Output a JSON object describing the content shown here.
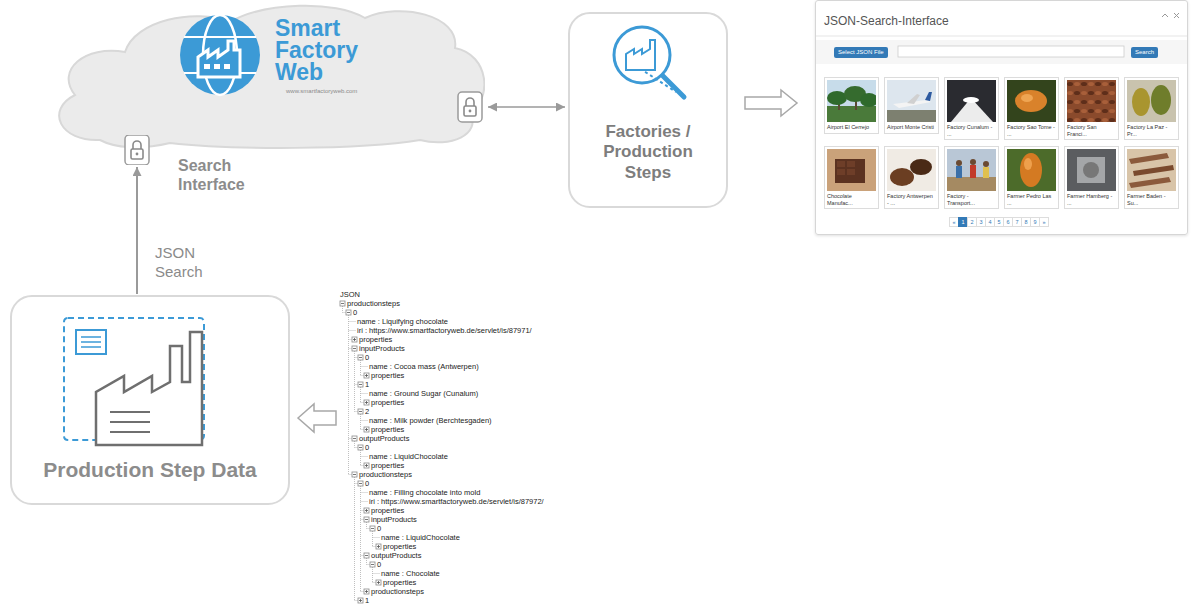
{
  "diagram": {
    "nodes": [
      {
        "text": [
          "Smart Factory Web",
          "www.smartfactoryweb.com"
        ]
      },
      {
        "text": [
          "Search Interface"
        ]
      },
      {
        "text": [
          "Factories / Production Steps"
        ]
      },
      {
        "text": [
          "JSON-Search-Interface"
        ]
      },
      {
        "text": [
          "Select JSON File"
        ],
        "in": 3
      },
      {
        "text": [
          "Search"
        ],
        "in": 3
      },
      {
        "text": [
          "Airport El Cerrejo"
        ],
        "in": 3
      },
      {
        "text": [
          "Airport Monte Cristi"
        ],
        "in": 3
      },
      {
        "text": [
          "Factory Cunalum - ..."
        ],
        "in": 3
      },
      {
        "text": [
          "Factory Sao Tome - ..."
        ],
        "in": 3
      },
      {
        "text": [
          "Factory San Franci..."
        ],
        "in": 3
      },
      {
        "text": [
          "Factory La Paz - Pr..."
        ],
        "in": 3
      },
      {
        "text": [
          "Chocolate Manufac..."
        ],
        "in": 3
      },
      {
        "text": [
          "Factory Antwerpen - ..."
        ],
        "in": 3
      },
      {
        "text": [
          "Factory - Transport..."
        ],
        "in": 3
      },
      {
        "text": [
          "Farmer Pedro Las ..."
        ],
        "in": 3
      },
      {
        "text": [
          "Farmer Hamberg - ..."
        ],
        "in": 3
      },
      {
        "text": [
          "Farmer Baden - Su..."
        ],
        "in": 3
      },
      {
        "text": [
          "Production Step Data"
        ]
      }
    ],
    "edges": [
      {
        "from": 18,
        "to": 1,
        "label": "JSON Search",
        "arrow": "to"
      },
      {
        "from": 0,
        "to": 2,
        "arrow": "both"
      },
      {
        "from": 2,
        "to": 3,
        "arrow": "to"
      }
    ],
    "labels": [
      "JSON",
      "productionsteps",
      "0",
      "name : Liquifying chocolate",
      "iri : https://www.smartfactoryweb.de/servlet/is/87971/",
      "properties",
      "inputProducts",
      "0",
      "name : Cocoa mass (Antwerpen)",
      "properties",
      "1",
      "name : Ground Sugar (Cunalum)",
      "properties",
      "2",
      "name : Milk powder (Berchtesgaden)",
      "properties",
      "outputProducts",
      "0",
      "name : LiquidChocolate",
      "properties",
      "productionsteps",
      "0",
      "name : Filling chocolate into mold",
      "iri : https://www.smartfactoryweb.de/servlet/is/87972/",
      "properties",
      "inputProducts",
      "0",
      "name : LiquidChocolate",
      "properties",
      "outputProducts",
      "0",
      "name : Chocolate",
      "properties",
      "productionsteps",
      "1",
      "«",
      "1",
      "2",
      "3",
      "4",
      "5",
      "6",
      "7",
      "8",
      "9",
      "»"
    ]
  }
}
